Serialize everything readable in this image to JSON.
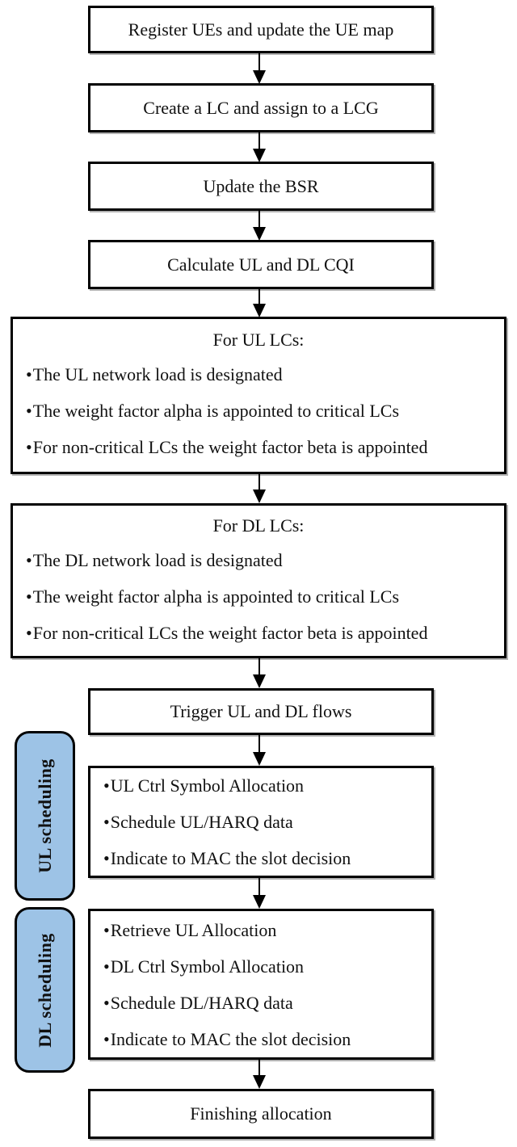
{
  "bullet_char": "•",
  "colors": {
    "background": "#FFFFFF",
    "box_border": "#000000",
    "side_label_fill": "#9DC3E6",
    "text": "#111111"
  },
  "steps": {
    "register": "Register UEs and update the UE map",
    "create_lc": "Create a LC and assign to a LCG",
    "update_bsr": "Update the BSR",
    "calc_cqi": "Calculate UL and DL CQI",
    "ul_lcs": {
      "title": "For UL LCs:",
      "bullets": [
        "The UL network load is designated",
        "The weight factor alpha is appointed to critical LCs",
        "For non-critical LCs the weight factor beta is appointed"
      ]
    },
    "dl_lcs": {
      "title": "For DL LCs:",
      "bullets": [
        "The DL network load is designated",
        "The weight factor alpha is appointed to critical LCs",
        "For non-critical LCs the weight factor beta is appointed"
      ]
    },
    "trigger": "Trigger UL and DL flows",
    "ul_scheduling_steps": [
      "UL Ctrl Symbol Allocation",
      "Schedule UL/HARQ data",
      "Indicate to MAC the slot decision"
    ],
    "dl_scheduling_steps": [
      "Retrieve UL Allocation",
      "DL Ctrl Symbol Allocation",
      "Schedule DL/HARQ data",
      "Indicate to MAC the slot decision"
    ],
    "finishing": "Finishing allocation"
  },
  "side_labels": {
    "ul": "UL scheduling",
    "dl": "DL scheduling"
  }
}
